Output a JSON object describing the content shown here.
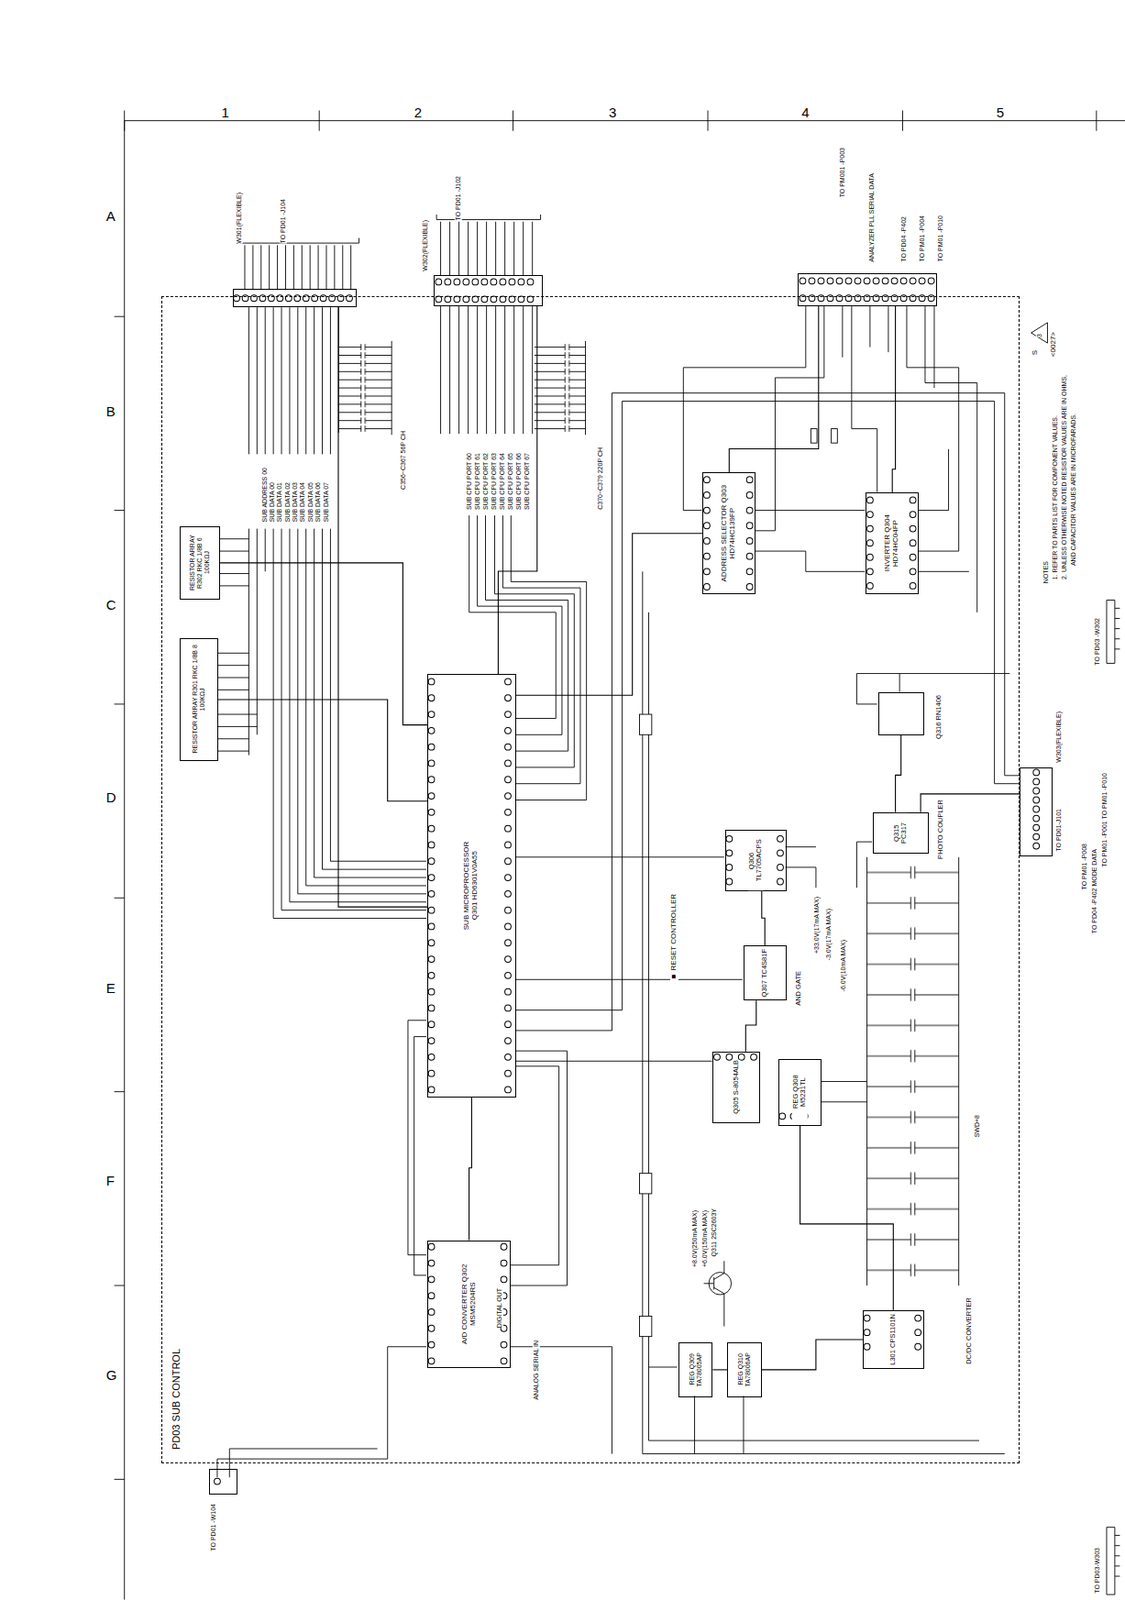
{
  "diagram": {
    "nodes": [
      {
        "text": [
          "PD03 SUB CONTROL"
        ]
      },
      {
        "text": [
          "SUB MICROPROCESSOR Q301 HD6301V0A55"
        ],
        "in": 0
      },
      {
        "text": [
          "A/D CONVERTER Q302 MSM5204RS"
        ],
        "in": 0
      },
      {
        "text": [
          "ADDRESS SELECTOR Q303 HD74HC139FP"
        ],
        "in": 0
      },
      {
        "text": [
          "INVERTER Q304 HD74HC04FP"
        ],
        "in": 0
      },
      {
        "text": [
          "Q306 TL7705ACPS"
        ],
        "in": 0
      },
      {
        "text": [
          "Q307 TC4S81F",
          "AND GATE"
        ],
        "in": 0
      },
      {
        "text": [
          "Q305 S-8054ALB"
        ],
        "in": 0
      },
      {
        "text": [
          "REG Q308 M5231TL"
        ],
        "in": 0
      },
      {
        "text": [
          "L301 CPS1101N",
          "DC/DC CONVERTER"
        ],
        "in": 0
      },
      {
        "text": [
          "REG Q309 TA78005AP"
        ],
        "in": 0
      },
      {
        "text": [
          "REG Q310 TA78006AP"
        ],
        "in": 0
      },
      {
        "text": [
          "RESISTOR ARRAY R301 RKC 1/8B 8 100KΩJ"
        ],
        "in": 0
      },
      {
        "text": [
          "RESISTOR ARRAY R302 RKC 1/8B 6 100KΩJ"
        ],
        "in": 0
      },
      {
        "text": [
          "Q316 RN1406"
        ],
        "in": 0
      },
      {
        "text": [
          "Q315 PC317",
          "PHOTO COUPLER"
        ],
        "in": 0
      },
      {
        "text": [
          "W301(FLEXIBLE)",
          "TO PD01 -J104"
        ]
      },
      {
        "text": [
          "W302(FLEXIBLE)",
          "TO PD01 -J102"
        ]
      },
      {
        "text": [
          "TO PM001 -P003",
          "ANALYZER PLL SERIAL DATA",
          "TO PD04 -P402",
          "TO PM01 -P004",
          "TO PM01 -P010"
        ]
      },
      {
        "text": [
          "W303(FLEXIBLE)",
          "TO PD01-J101"
        ]
      },
      {
        "text": [
          "TO PD01 -W104"
        ]
      }
    ],
    "edges": [
      {
        "from": 16,
        "to": 1,
        "arrow": "none"
      },
      {
        "from": 17,
        "to": 1,
        "arrow": "none"
      },
      {
        "from": 2,
        "to": 1,
        "arrow": "none"
      },
      {
        "from": 12,
        "to": 1,
        "arrow": "none"
      },
      {
        "from": 13,
        "to": 1,
        "arrow": "none"
      },
      {
        "from": 3,
        "to": 18,
        "arrow": "none"
      },
      {
        "from": 4,
        "to": 18,
        "arrow": "none"
      },
      {
        "from": 1,
        "to": 3,
        "arrow": "none"
      },
      {
        "from": 5,
        "to": 6,
        "arrow": "none"
      },
      {
        "from": 6,
        "to": 7,
        "arrow": "none"
      },
      {
        "from": 14,
        "to": 15,
        "arrow": "none"
      },
      {
        "from": 15,
        "to": 19,
        "arrow": "none"
      },
      {
        "from": 8,
        "to": 9,
        "arrow": "none"
      },
      {
        "from": 9,
        "to": 11,
        "arrow": "none"
      },
      {
        "from": 11,
        "to": 10,
        "arrow": "none"
      }
    ],
    "labels": [
      "1",
      "2",
      "3",
      "4",
      "5",
      "A",
      "B",
      "C",
      "D",
      "E",
      "F",
      "G",
      "S",
      "3",
      "<0027>",
      "NOTES",
      "1. REFER TO PARTS LIST FOR COMPONENT VALUES.",
      "2. UNLESS OTHERWISE NOTED RESISTOR VALUES ARE IN OHMS,",
      "AND CAPACITOR VALUES ARE IN MICROFARADS.",
      "TO PD03 -W302",
      "TO PM01 -P008",
      "TO PD04 -P402 MODE DATA",
      "TO PM01 -P001 TO PM01 -P010",
      "TO PD03-W303",
      "SUB ADDRESS 00",
      "SUB DATA 00",
      "SUB DATA 01",
      "SUB DATA 02",
      "SUB DATA 03",
      "SUB DATA 04",
      "SUB DATA 05",
      "SUB DATA 06",
      "SUB DATA 07",
      "SUB CPU PORT 60",
      "SUB CPU PORT 61",
      "SUB CPU PORT 62",
      "SUB CPU PORT 63",
      "SUB CPU PORT 64",
      "SUB CPU PORT 65",
      "SUB CPU PORT 66",
      "SUB CPU PORT 67",
      "C356~C367 56P CH",
      "C370~C379 220P CH",
      "■ RESET CONTROLLER",
      "+33.0V(17mA MAX)",
      "-3.0V(17mA MAX)",
      "-6.0V(10mA MAX)",
      "+8.0V(250mA MAX)",
      "+6.0V(150mA MAX)",
      "Q311 2SC2603Y",
      "DIGITAL OUT",
      "ANALOG SERIAL IN",
      "SWD+8"
    ]
  }
}
